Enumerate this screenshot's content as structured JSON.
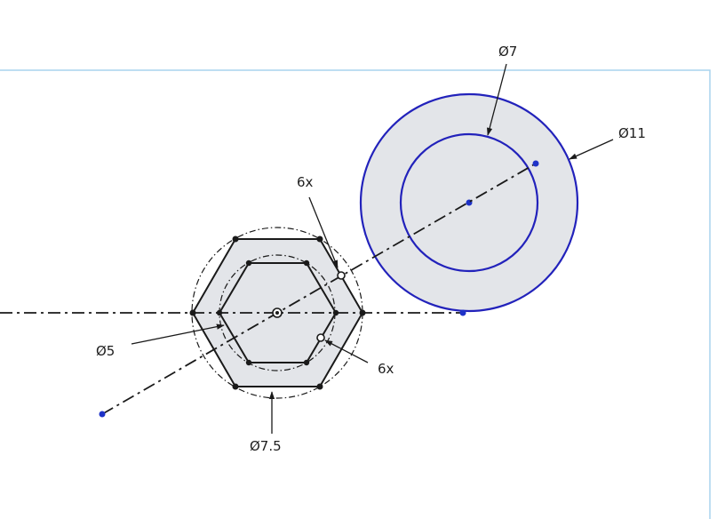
{
  "colors": {
    "sketch_black": "#1a1a1a",
    "sketch_blue": "#2222bb",
    "point_blue": "#1e32c8",
    "fill_gray": "#e3e5e9",
    "frame_blue": "#a9d3ee",
    "text": "#1e1e1e"
  },
  "dimensions": {
    "outer_circle": "Ø11",
    "inner_circle": "Ø7",
    "hex_outer": "Ø7.5",
    "hex_inner": "Ø5",
    "hex_outer_count": "6x",
    "hex_inner_count": "6x"
  }
}
